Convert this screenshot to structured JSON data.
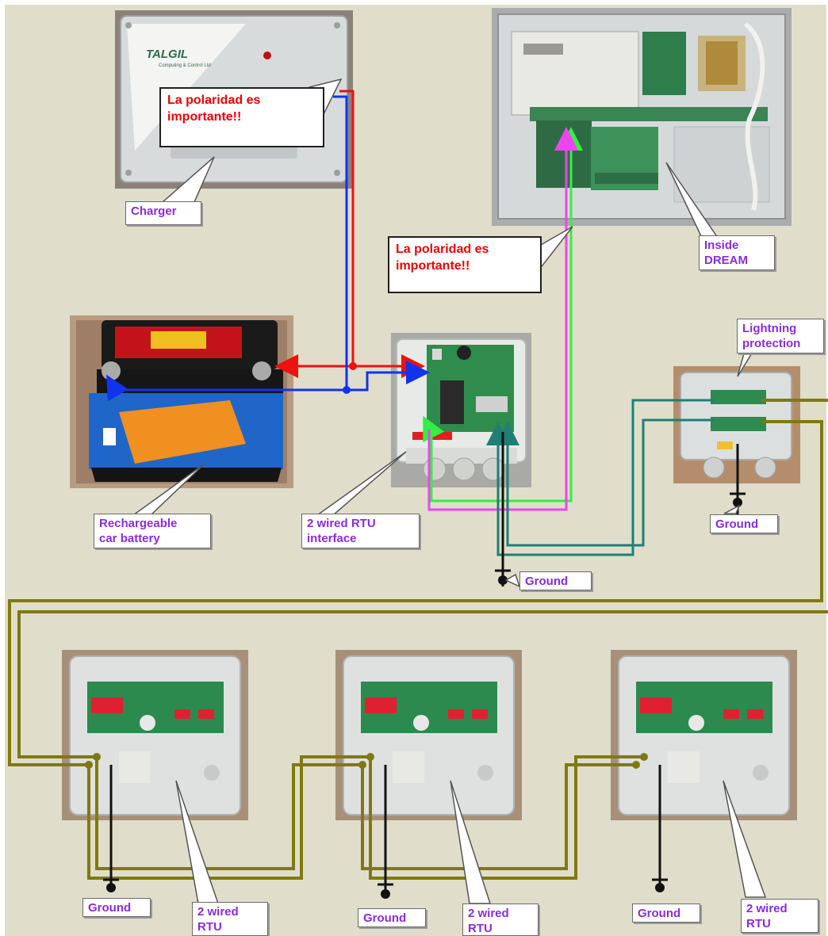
{
  "colors": {
    "background": "#e0deca",
    "red_wire": "#ee1111",
    "blue_wire": "#1133ee",
    "green_wire": "#33ee44",
    "magenta_wire": "#ee44ee",
    "teal_wire": "#1f7f74",
    "olive_wire": "#7f7a10",
    "ground_wire": "#111111",
    "label_text": "#8a2be2",
    "warning_text": "#ee0000"
  },
  "charger": {
    "brand": "TALGIL",
    "brand_sub": "Computing & Control Ltd",
    "label": "Charger"
  },
  "dream": {
    "label_line1": "Inside",
    "label_line2": "DREAM"
  },
  "warnings": [
    {
      "line1": "La polaridad es",
      "line2": "importante!!"
    },
    {
      "line1": "La polaridad es",
      "line2": "importante!!"
    }
  ],
  "battery": {
    "label_line1": "Rechargeable",
    "label_line2": "car battery"
  },
  "rtu_interface": {
    "label_line1": "2 wired RTU",
    "label_line2": "interface"
  },
  "lightning": {
    "label_line1": "Lightning",
    "label_line2": "protection"
  },
  "grounds": [
    "Ground",
    "Ground",
    "Ground",
    "Ground",
    "Ground"
  ],
  "rtus": [
    {
      "label_line1": "2 wired",
      "label_line2": "RTU"
    },
    {
      "label_line1": "2 wired",
      "label_line2": "RTU"
    },
    {
      "label_line1": "2 wired",
      "label_line2": "RTU"
    }
  ]
}
